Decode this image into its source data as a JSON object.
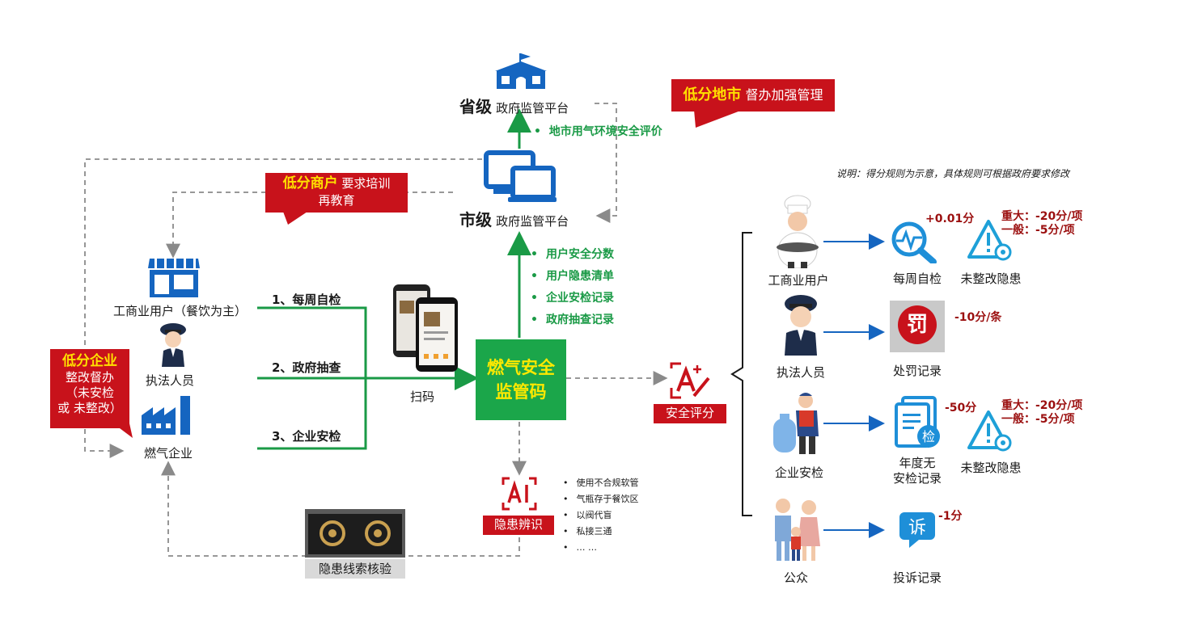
{
  "province": {
    "level": "省级",
    "name": "政府监管平台"
  },
  "city": {
    "level": "市级",
    "name": "政府监管平台"
  },
  "to_province_bullet": "地市用气环境安全评价",
  "to_city_bullets": [
    "用户安全分数",
    "用户隐患清单",
    "企业安检记录",
    "政府抽查记录"
  ],
  "callouts": {
    "low_city": {
      "highlight": "低分地市",
      "text": "督办加强管理"
    },
    "low_merchant": {
      "highlight": "低分商户",
      "text": "要求培训",
      "text2": "再教育"
    },
    "low_enterprise": {
      "highlight": "低分企业",
      "lines": [
        "整改督办",
        "（未安检",
        "或 未整改）"
      ]
    }
  },
  "note": "说明：得分规则为示意，具体规则可根据政府要求修改",
  "left_entities": {
    "user": "工商业用户（餐饮为主）",
    "officer": "执法人员",
    "enterprise": "燃气企业"
  },
  "channels": [
    "1、每周自检",
    "2、政府抽查",
    "3、企业安检"
  ],
  "scan_label": "扫码",
  "center_code": {
    "line1": "燃气安全",
    "line2": "监管码"
  },
  "safety_score_label": "安全评分",
  "ai": {
    "label": "隐患辨识",
    "items": [
      "使用不合规软管",
      "气瓶存于餐饮区",
      "以阀代盲",
      "私接三通",
      "… …"
    ]
  },
  "verify_label": "隐患线索核验",
  "scoring": {
    "row1": {
      "actor": "工商业用户",
      "item": "每周自检",
      "score": "+0.01分",
      "item2": "未整改隐患",
      "major": "重大：-20分/项",
      "general": "一般：-5分/项"
    },
    "row2": {
      "actor": "执法人员",
      "item": "处罚记录",
      "score": "-10分/条",
      "badge": "罚"
    },
    "row3": {
      "actor": "企业安检",
      "item_line1": "年度无",
      "item_line2": "安检记录",
      "score": "-50分",
      "item2": "未整改隐患",
      "major": "重大：-20分/项",
      "general": "一般：-5分/项",
      "badge": "检"
    },
    "row4": {
      "actor": "公众",
      "item": "投诉记录",
      "score": "-1分",
      "badge": "诉"
    }
  },
  "colors": {
    "green": "#1a9a46",
    "red": "#c8121b",
    "blue": "#1565c0",
    "darkred": "#9b0f0f",
    "yellow": "#ffe000"
  }
}
